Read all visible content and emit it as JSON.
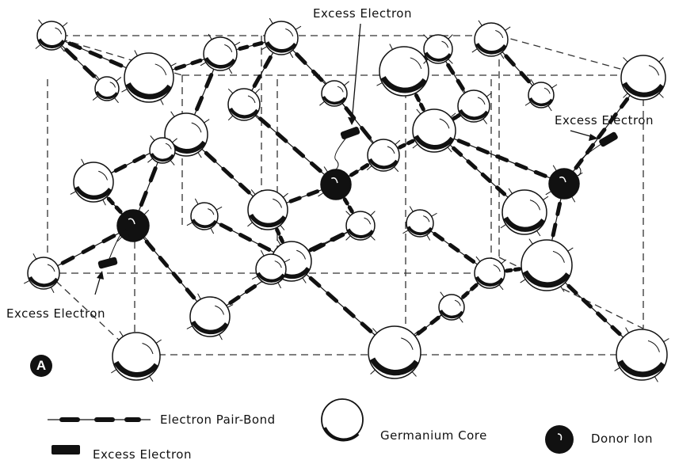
{
  "labels": {
    "excess_electron_top": "Excess Electron",
    "excess_electron_right": "Excess Electron",
    "excess_electron_left": "Excess Electron",
    "panel_letter": "A"
  },
  "legend": {
    "pair_bond": "Electron Pair-Bond",
    "germanium_core": "Germanium Core",
    "donor_ion": "Donor Ion",
    "excess_electron": "Excess Electron"
  },
  "colors": {
    "ink": "#111111",
    "atom_fill": "#ffffff",
    "donor_fill": "#111111",
    "dash_line": "#333333"
  },
  "icons": [
    "germanium-core-sphere",
    "donor-ion-sphere",
    "pair-bond-dashes",
    "excess-electron-bar"
  ]
}
